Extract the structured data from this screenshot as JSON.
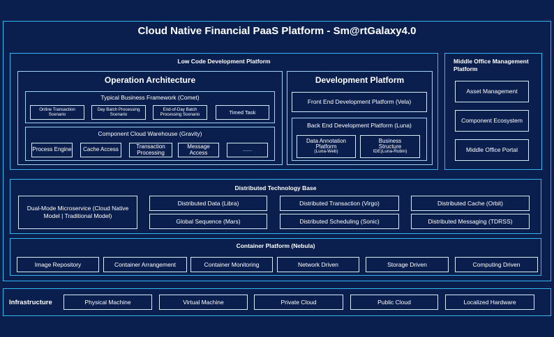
{
  "title": "Cloud Native Financial PaaS Platform - Sm@rtGalaxy4.0",
  "low_code": {
    "label": "Low Code Development Platform",
    "operation": {
      "title": "Operation Architecture",
      "framework": {
        "title": "Typical Business Framework (Comet)",
        "items": [
          "Online Transaction Scenario",
          "Day Batch Processing Scenario",
          "End-of-Day Batch Processing Scenario",
          "Timed Task"
        ]
      },
      "warehouse": {
        "title": "Component Cloud Warehouse (Gravity)",
        "items": [
          "Process Engine",
          "Cache Access",
          "Transaction Processing",
          "Message Access",
          "......"
        ]
      }
    },
    "development": {
      "title": "Development Platform",
      "frontend": "Front End Development Platform (Vela)",
      "backend": {
        "title": "Back End Development Platform (Luna)",
        "annotation": {
          "name": "Data Annotation Platform",
          "sub": "(Luna-Web)"
        },
        "structure": {
          "name": "Business Structure",
          "sub": "IDE(Luna-Robin)"
        }
      }
    }
  },
  "middle_office": {
    "title": "Middle Office Management Platform",
    "items": [
      "Asset Management",
      "Component Ecosystem",
      "Middle Office Portal"
    ]
  },
  "distributed": {
    "title": "Distributed Technology Base",
    "microservice": "Dual-Mode Microservice (Cloud Native Model | Traditional Model)",
    "items": [
      "Distributed Data (Libra)",
      "Distributed Transaction (Virgo)",
      "Distributed Cache (Orbit)",
      "Global Sequence (Mars)",
      "Distributed Scheduling (Sonic)",
      "Distributed Messaging (TDRSS)"
    ]
  },
  "container": {
    "title": "Container Platform (Nebula)",
    "items": [
      "Image Repository",
      "Container Arrangement",
      "Container Monitoring",
      "Network Driven",
      "Storage Driven",
      "Computing Driven"
    ]
  },
  "infrastructure": {
    "title": "Infrastructure",
    "items": [
      "Physical Machine",
      "Virtual Machine",
      "Private Cloud",
      "Public Cloud",
      "Localized Hardware"
    ]
  }
}
